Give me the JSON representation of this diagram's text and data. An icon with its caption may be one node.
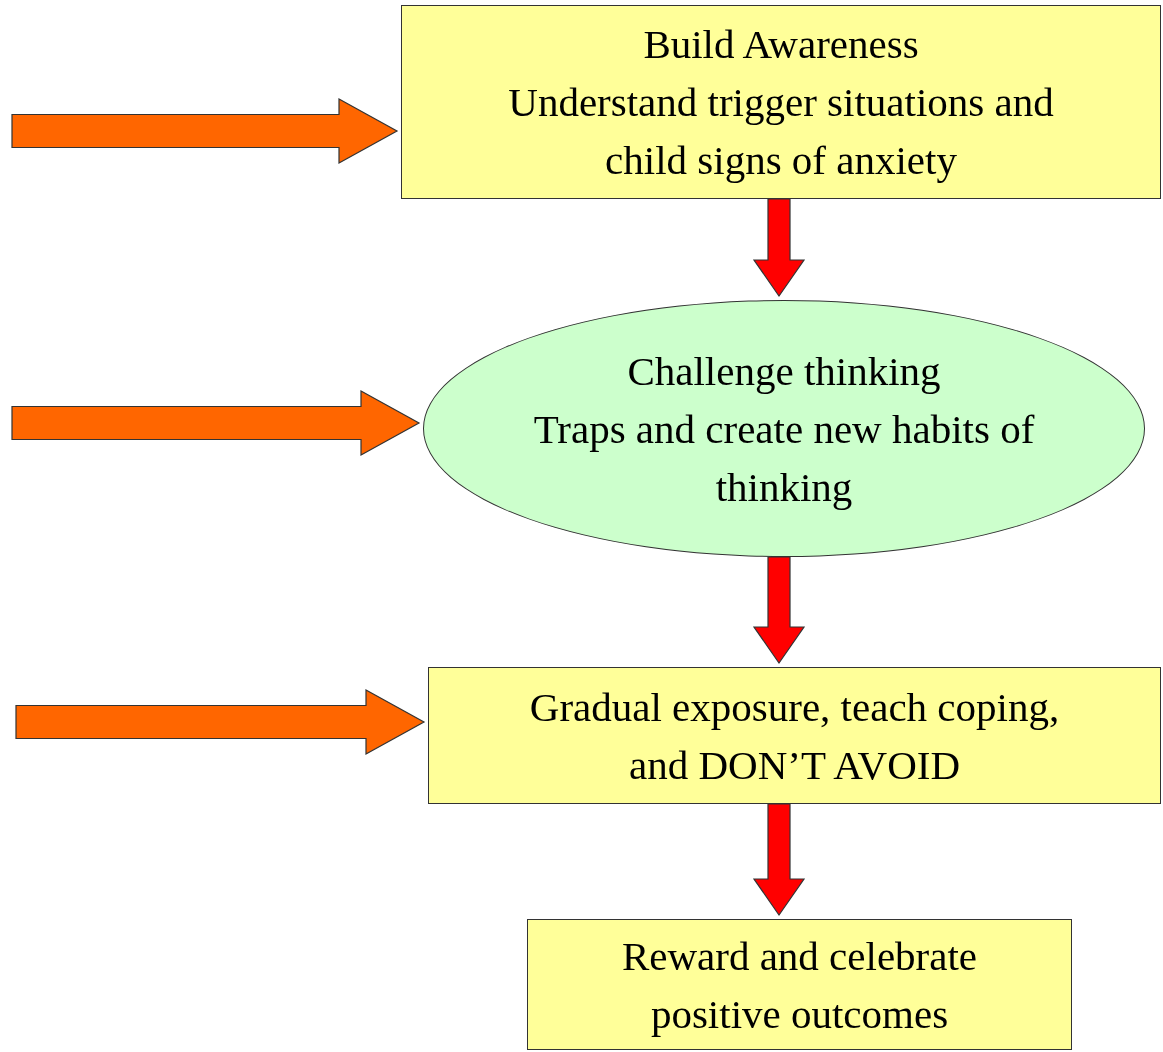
{
  "diagram": {
    "nodes": [
      {
        "text": [
          "Build Awareness",
          "Understand trigger situations and child signs of anxiety"
        ]
      },
      {
        "text": [
          "Challenge thinking",
          "Traps and create new habits of thinking"
        ]
      },
      {
        "text": [
          "Gradual exposure, teach coping, and DON’T AVOID"
        ]
      },
      {
        "text": [
          "Reward and celebrate positive outcomes"
        ]
      }
    ],
    "edges": [
      {
        "from": 0,
        "to": 1,
        "arrow": "to",
        "color": "#ff0000"
      },
      {
        "from": 1,
        "to": 2,
        "arrow": "to",
        "color": "#ff0000"
      },
      {
        "from": 2,
        "to": 3,
        "arrow": "to",
        "color": "#ff0000"
      },
      {
        "from": null,
        "to": 0,
        "arrow": "to",
        "color": "#ff6600"
      },
      {
        "from": null,
        "to": 1,
        "arrow": "to",
        "color": "#ff6600"
      },
      {
        "from": null,
        "to": 2,
        "arrow": "to",
        "color": "#ff6600"
      }
    ]
  }
}
